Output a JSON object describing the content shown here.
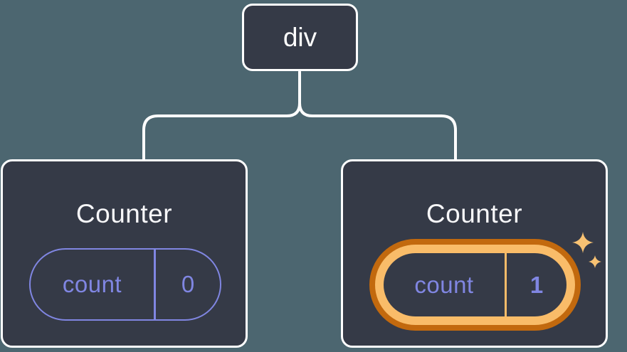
{
  "tree": {
    "root": {
      "label": "div"
    },
    "children": [
      {
        "title": "Counter",
        "state": {
          "key": "count",
          "value": "0"
        },
        "highlighted": false
      },
      {
        "title": "Counter",
        "state": {
          "key": "count",
          "value": "1"
        },
        "highlighted": true
      }
    ]
  },
  "icons": {
    "sparkle_icon": "✦ four-point sparkle marking updated state"
  },
  "colors": {
    "background": "#4C6670",
    "node_fill": "#353A47",
    "node_border": "#FFFFFF",
    "root_text": "#FFFFFF",
    "title_text": "#F7F7F9",
    "state_accent": "#8086E2",
    "highlight_outer": "#C2690E",
    "highlight_inner": "#F9BC69",
    "sparkle": "#F8C273",
    "connector": "#FFFFFF"
  }
}
